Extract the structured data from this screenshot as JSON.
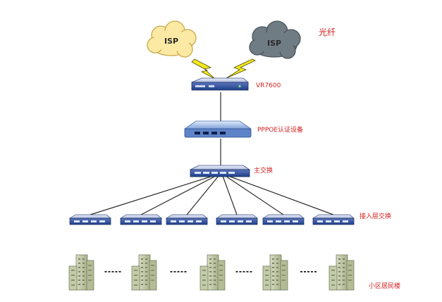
{
  "clouds": [
    {
      "label": "ISP",
      "color": "#fbe9a4"
    },
    {
      "label": "ISP",
      "color": "#707c84"
    }
  ],
  "labels": {
    "fiber": "光纤",
    "router": "VR7600",
    "pppoe": "PPPOE认证设备",
    "main_switch": "主交换",
    "access_switch": "接入层交换",
    "buildings": "小区居民楼"
  },
  "counts": {
    "access_switches": 6,
    "buildings": 5
  },
  "colors": {
    "label_red": "#d21e1e",
    "lightning": "#f5ea1a",
    "switch_blue": "#1f3f8a"
  }
}
